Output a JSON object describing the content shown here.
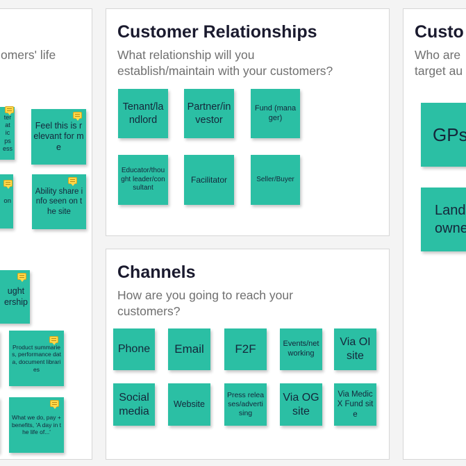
{
  "left_panel": {
    "subtitle_partial": "omers' life",
    "notes": [
      "ter\nat\nic\nps\ness",
      "Feel this is relevant for me",
      "on",
      "Ability share info seen on the site",
      "ught\nership",
      "Product summaries, performance data, document libraries",
      "What we do, pay + benefits, 'A day in the life of...'"
    ]
  },
  "customer_relationships": {
    "title": "Customer Relationships",
    "subtitle_line1": "What relationship will you",
    "subtitle_line2": "establish/maintain with your customers?",
    "notes": [
      "Tenant/landlord",
      "Partner/investor",
      "Fund (manager)",
      "Educator/thought leader/consultant",
      "Facilitator",
      "Seller/Buyer"
    ]
  },
  "channels": {
    "title": "Channels",
    "subtitle_line1": "How are you going to reach your",
    "subtitle_line2": "customers?",
    "notes": [
      "Phone",
      "Email",
      "F2F",
      "Events/networking",
      "Via OI site",
      "Social media",
      "Website",
      "Press releases/advertising",
      "Via OG site",
      "Via MedicX Fund site"
    ]
  },
  "right_panel": {
    "title_partial": "Custo",
    "subtitle_line1": "Who are",
    "subtitle_line2": "target au",
    "notes": [
      "GPs",
      "Land owne"
    ]
  },
  "colors": {
    "sticky_note": "#2bbfa4",
    "comment_icon": "#ffd84a",
    "panel_bg": "#ffffff",
    "canvas_bg": "#f4f4f4"
  },
  "icons": [
    "comment-icon"
  ]
}
